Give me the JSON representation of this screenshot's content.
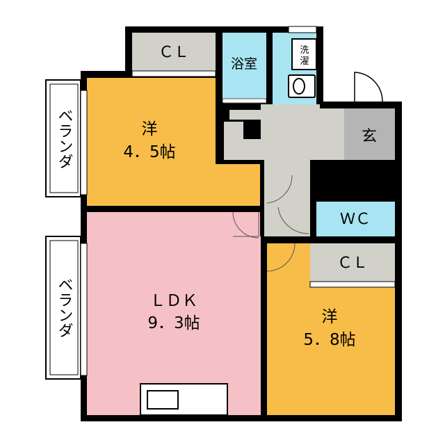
{
  "rooms": {
    "western_small": {
      "name": "洋",
      "size": "4．5帖"
    },
    "closet_top": "ＣＬ",
    "bath": "浴室",
    "laundry": "洗\n濯",
    "entrance": "玄",
    "wc": "ＷＣ",
    "closet_right": "ＣＬ",
    "western_large": {
      "name": "洋",
      "size": "5．8帖"
    },
    "ldk": {
      "name": "ＬＤＫ",
      "size": "9．3帖"
    },
    "veranda_top": "ベランダ",
    "veranda_bottom": "ベランダ"
  },
  "colors": {
    "western": "#f7bd48",
    "ldk": "#f6c1c6",
    "wet_area": "#a9e4f2",
    "corridor": "#d1d1c9",
    "closet": "#d1d1c9",
    "entrance": "#b5b5b5",
    "wall": "#000000"
  }
}
